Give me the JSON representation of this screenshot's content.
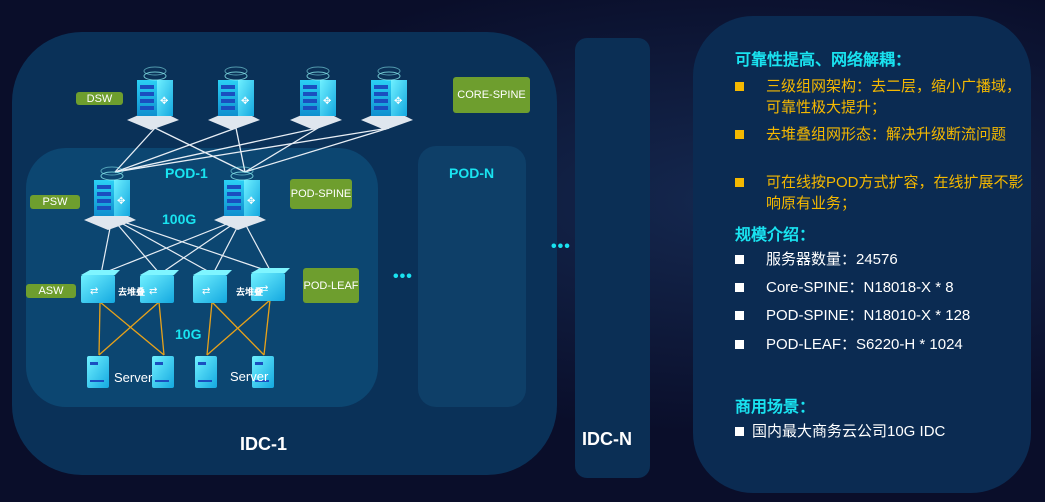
{
  "diagram": {
    "idc1_label": "IDC-1",
    "idcn_label": "IDC-N",
    "pod1_label": "POD-1",
    "podn_label": "POD-N",
    "link_100g": "100G",
    "link_10g": "10G",
    "ellipsis": "•••",
    "tags": {
      "dsw": "DSW",
      "psw": "PSW",
      "asw": "ASW",
      "core_spine": "CORE-SPINE",
      "pod_spine": "POD-SPINE",
      "pod_leaf": "POD-LEAF"
    },
    "stack_label": "去堆叠",
    "server_label": "Server",
    "icons": {
      "core_switch": "core-switch-icon",
      "leaf_switch": "leaf-switch-icon",
      "server": "server-icon"
    },
    "colors": {
      "accent_cyan": "#19e3f0",
      "tag_green": "#6e9e2e",
      "highlight_yellow": "#f5b800",
      "uplink_white": "#e8eef5",
      "downlink_orange": "#e8a21a"
    }
  },
  "info": {
    "section1_title": "可靠性提高、网络解耦：",
    "section1_items": [
      "三级组网架构：去二层，缩小广播域，可靠性极大提升；",
      "去堆叠组网形态：解决升级断流问题",
      "可在线按POD方式扩容，在线扩展不影响原有业务；"
    ],
    "section2_title": "规模介绍：",
    "section2_items": [
      "服务器数量：24576",
      "Core-SPINE：N18018-X * 8",
      "POD-SPINE：N18010-X * 128",
      "POD-LEAF：S6220-H * 1024"
    ],
    "section3_title": "商用场景：",
    "section3_items": [
      "国内最大商务云公司10G IDC"
    ]
  }
}
